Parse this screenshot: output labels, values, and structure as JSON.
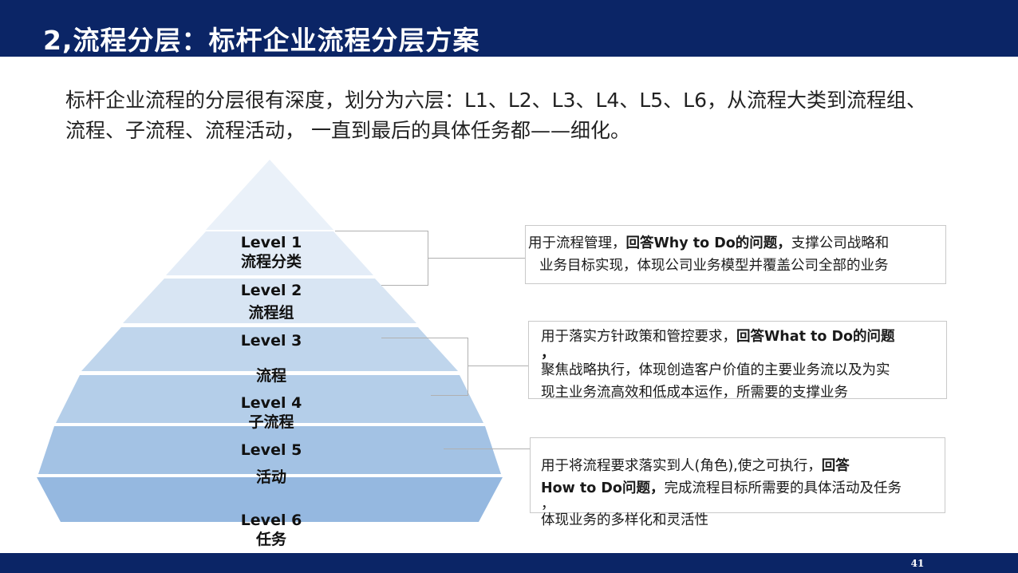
{
  "header": {
    "title": "2,流程分层：标杆企业流程分层方案"
  },
  "intro": {
    "line1": "标杆企业流程的分层很有深度，划分为六层：L1、L2、L3、L4、L5、L6，从流程大类到流程组、",
    "line2": "流程、子流程、流程活动，  一直到最后的具体任务都——细化。"
  },
  "pyramid": {
    "levels": [
      {
        "level": "Level  1",
        "name": "流程分类",
        "color": "#e3ecf7"
      },
      {
        "level": "Level  2",
        "name": "流程组",
        "color": "#d8e5f3"
      },
      {
        "level": "Level  3",
        "name": "流程",
        "color": "#bfd5ec"
      },
      {
        "level": "Level  4",
        "name": "子流程",
        "color": "#b4cee9"
      },
      {
        "level": "Level  5",
        "name": "活动",
        "color": "#a3c2e4"
      },
      {
        "level": "Level  6",
        "name": "任务",
        "color": "#95b8e0"
      }
    ],
    "apex_color": "#eaf1f9"
  },
  "descriptions": [
    {
      "pre": "用于流程管理，",
      "bold": "回答Why  to  Do的问题，",
      "post": "支撑公司战略和",
      "line2": "业务目标实现，体现公司业务模型并覆盖公司全部的业务"
    },
    {
      "pre": "用于落实方针政策和管控要求，",
      "bold": "回答What  to  Do的问题",
      "bold2": "，",
      "line2": "聚焦战略执行，体现创造客户价值的主要业务流以及为实",
      "line3": "现主业务流高效和低成本运作，所需要的支撑业务"
    },
    {
      "pre": "用于将流程要求落实到人(角色),使之可执行，",
      "bold": "回答",
      "bold2": "How  to  Do问题，",
      "post": "完成流程目标所需要的具体活动及任务",
      "line3": "，",
      "line4": "体现业务的多样化和灵活性"
    }
  ],
  "footer": {
    "page_number": "41"
  }
}
